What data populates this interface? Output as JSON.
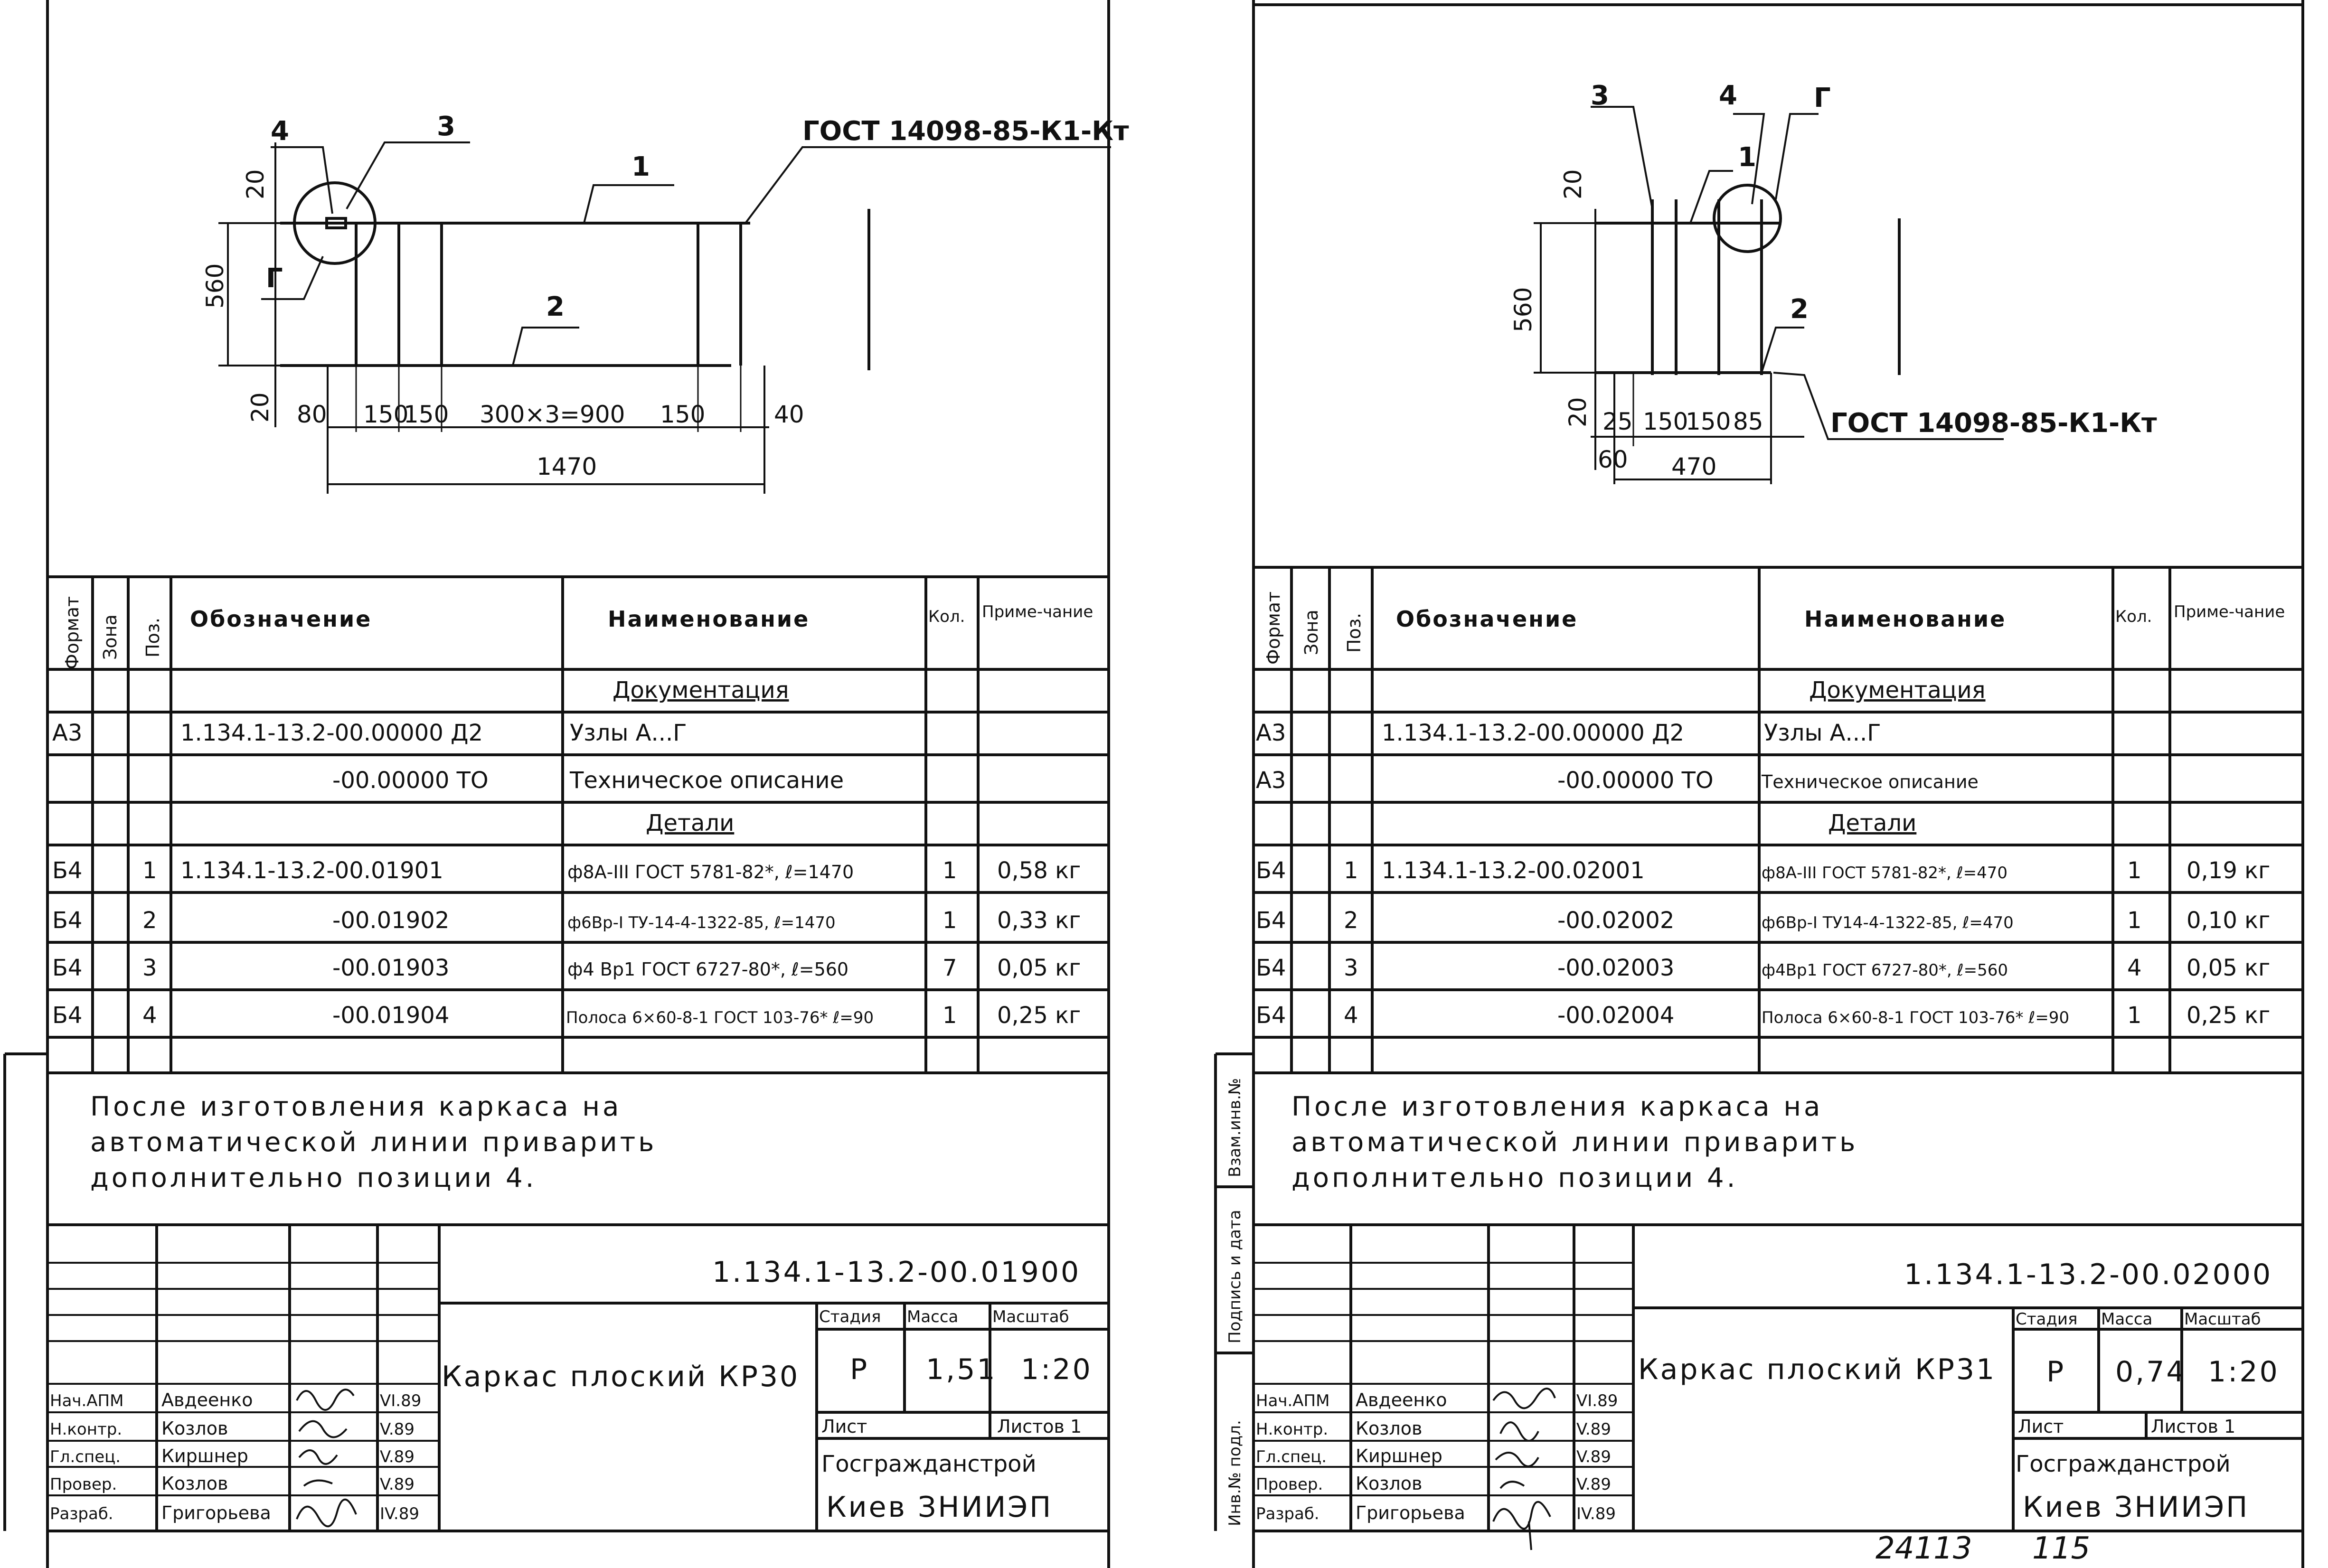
{
  "sheets": [
    {
      "id": "kr30",
      "drawing": {
        "callouts": [
          "4",
          "3",
          "1",
          "2",
          "Г"
        ],
        "gost_weld": "ГОСТ 14098-85-К1-Кт",
        "dims": {
          "top_offset": "20",
          "height": "560",
          "bottom_offset": "20",
          "segments": [
            "80",
            "150",
            "150",
            "300×3=900",
            "150",
            "40"
          ],
          "total": "1470"
        }
      },
      "spec_headers": {
        "format": "Формат",
        "zone": "Зона",
        "pos": "Поз.",
        "designation": "Обозначение",
        "name": "Наименование",
        "qty": "Кол.",
        "note": "Приме-чание"
      },
      "spec_rows": [
        {
          "format": "",
          "pos": "",
          "designation": "",
          "name": "Документация",
          "qty": "",
          "note": "",
          "section": true
        },
        {
          "format": "А3",
          "pos": "",
          "designation": "1.134.1-13.2-00.00000 Д2",
          "name": "Узлы А...Г",
          "qty": "",
          "note": ""
        },
        {
          "format": "",
          "pos": "",
          "designation": "-00.00000 ТО",
          "name": "Техническое описание",
          "qty": "",
          "note": ""
        },
        {
          "format": "",
          "pos": "",
          "designation": "",
          "name": "Детали",
          "qty": "",
          "note": "",
          "section": true
        },
        {
          "format": "Б4",
          "pos": "1",
          "designation": "1.134.1-13.2-00.01901",
          "name": "ф8А-III ГОСТ 5781-82*, ℓ=1470",
          "qty": "1",
          "note": "0,58 кг"
        },
        {
          "format": "Б4",
          "pos": "2",
          "designation": "-00.01902",
          "name": "ф6Вр-I ТУ-14-4-1322-85, ℓ=1470",
          "qty": "1",
          "note": "0,33 кг"
        },
        {
          "format": "Б4",
          "pos": "3",
          "designation": "-00.01903",
          "name": "ф4 Вр1 ГОСТ 6727-80*, ℓ=560",
          "qty": "7",
          "note": "0,05 кг"
        },
        {
          "format": "Б4",
          "pos": "4",
          "designation": "-00.01904",
          "name": "Полоса 6×60-8-1 ГОСТ 103-76* ℓ=90",
          "qty": "1",
          "note": "0,25 кг"
        }
      ],
      "note_lines": [
        "После изготовления каркаса на",
        "автоматической линии приварить",
        "дополнительно позиции 4."
      ],
      "title_block": {
        "code": "1.134.1-13.2-00.01900",
        "title": "Каркас плоский КР30",
        "stage_label": "Стадия",
        "mass_label": "Масса",
        "scale_label": "Масштаб",
        "stage": "Р",
        "mass": "1,51",
        "scale": "1:20",
        "sheet_label": "Лист",
        "sheets_label": "Листов 1",
        "org1": "Госгражданстрой",
        "org2": "Киев ЗНИИЭП",
        "signers": [
          {
            "role": "Нач.АПМ",
            "name": "Авдеенко",
            "date": "VI.89"
          },
          {
            "role": "Н.контр.",
            "name": "Козлов",
            "date": "V.89"
          },
          {
            "role": "Гл.спец.",
            "name": "Киршнер",
            "date": "V.89"
          },
          {
            "role": "Провер.",
            "name": "Козлов",
            "date": "V.89"
          },
          {
            "role": "Разраб.",
            "name": "Григорьева",
            "date": "IV.89"
          }
        ]
      }
    },
    {
      "id": "kr31",
      "drawing": {
        "callouts": [
          "3",
          "4",
          "Г",
          "1",
          "2"
        ],
        "gost_weld": "ГОСТ 14098-85-К1-Кт",
        "dims": {
          "top_offset": "20",
          "height": "560",
          "bottom_offset": "20",
          "segments": [
            "25",
            "150",
            "150",
            "85"
          ],
          "sub": "60",
          "total": "470"
        }
      },
      "spec_headers": {
        "format": "Формат",
        "zone": "Зона",
        "pos": "Поз.",
        "designation": "Обозначение",
        "name": "Наименование",
        "qty": "Кол.",
        "note": "Приме-чание"
      },
      "spec_rows": [
        {
          "format": "",
          "pos": "",
          "designation": "",
          "name": "Документация",
          "qty": "",
          "note": "",
          "section": true
        },
        {
          "format": "А3",
          "pos": "",
          "designation": "1.134.1-13.2-00.00000 Д2",
          "name": "Узлы А...Г",
          "qty": "",
          "note": ""
        },
        {
          "format": "А3",
          "pos": "",
          "designation": "-00.00000 ТО",
          "name": "Техническое описание",
          "qty": "",
          "note": ""
        },
        {
          "format": "",
          "pos": "",
          "designation": "",
          "name": "Детали",
          "qty": "",
          "note": "",
          "section": true
        },
        {
          "format": "Б4",
          "pos": "1",
          "designation": "1.134.1-13.2-00.02001",
          "name": "ф8А-III ГОСТ 5781-82*, ℓ=470",
          "qty": "1",
          "note": "0,19 кг"
        },
        {
          "format": "Б4",
          "pos": "2",
          "designation": "-00.02002",
          "name": "ф6Вр-I ТУ14-4-1322-85, ℓ=470",
          "qty": "1",
          "note": "0,10 кг"
        },
        {
          "format": "Б4",
          "pos": "3",
          "designation": "-00.02003",
          "name": "ф4Вр1 ГОСТ 6727-80*, ℓ=560",
          "qty": "4",
          "note": "0,05 кг"
        },
        {
          "format": "Б4",
          "pos": "4",
          "designation": "-00.02004",
          "name": "Полоса 6×60-8-1 ГОСТ 103-76* ℓ=90",
          "qty": "1",
          "note": "0,25 кг"
        }
      ],
      "note_lines": [
        "После изготовления каркаса на",
        "автоматической линии приварить",
        "дополнительно позиции 4."
      ],
      "side_stamp": [
        "Взам.инв.№",
        "Подпись и дата",
        "Инв.№ подл."
      ],
      "title_block": {
        "code": "1.134.1-13.2-00.02000",
        "title": "Каркас плоский КР31",
        "stage_label": "Стадия",
        "mass_label": "Масса",
        "scale_label": "Масштаб",
        "stage": "Р",
        "mass": "0,74",
        "scale": "1:20",
        "sheet_label": "Лист",
        "sheets_label": "Листов 1",
        "org1": "Госгражданстрой",
        "org2": "Киев ЗНИИЭП",
        "signers": [
          {
            "role": "Нач.АПМ",
            "name": "Авдеенко",
            "date": "VI.89"
          },
          {
            "role": "Н.контр.",
            "name": "Козлов",
            "date": "V.89"
          },
          {
            "role": "Гл.спец.",
            "name": "Киршнер",
            "date": "V.89"
          },
          {
            "role": "Провер.",
            "name": "Козлов",
            "date": "V.89"
          },
          {
            "role": "Разраб.",
            "name": "Григорьева",
            "date": "IV.89"
          }
        ]
      }
    }
  ],
  "footer": {
    "album_no": "24113",
    "page": "115"
  }
}
